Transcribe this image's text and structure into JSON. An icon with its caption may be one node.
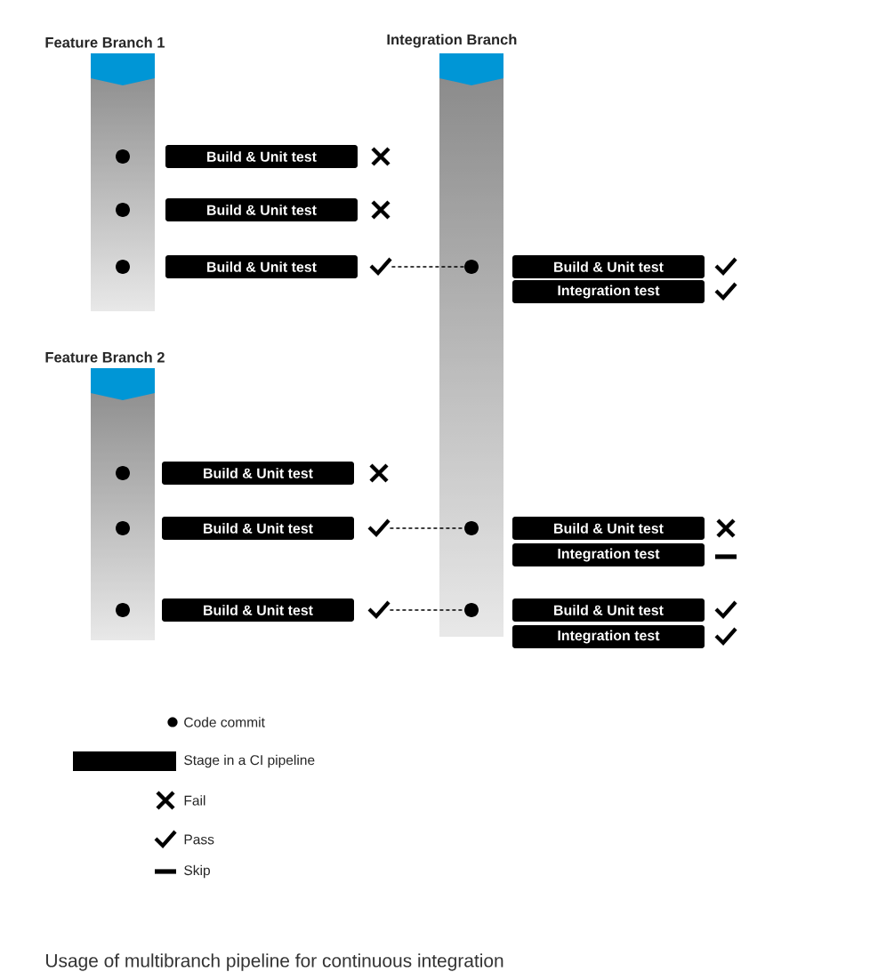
{
  "diagram": {
    "caption": "Usage of multibranch pipeline for continuous integration",
    "nodes": [
      {
        "text": [
          "Feature Branch 1"
        ]
      },
      {
        "text": [
          "Integration Branch"
        ]
      },
      {
        "text": [],
        "shape": "circle",
        "in": 0
      },
      {
        "text": [],
        "shape": "circle",
        "in": 0
      },
      {
        "text": [],
        "shape": "circle",
        "in": 0
      },
      {
        "text": [
          "Build & Unit test"
        ]
      },
      {
        "text": [],
        "shape": "cross"
      },
      {
        "text": [
          "Build & Unit test"
        ]
      },
      {
        "text": [],
        "shape": "cross"
      },
      {
        "text": [
          "Build & Unit test"
        ]
      },
      {
        "text": [],
        "shape": "check"
      },
      {
        "text": [],
        "shape": "circle",
        "in": 1
      },
      {
        "text": [
          "Build & Unit test"
        ]
      },
      {
        "text": [],
        "shape": "check"
      },
      {
        "text": [
          "Integration test"
        ]
      },
      {
        "text": [],
        "shape": "check"
      },
      {
        "text": [
          "Feature Branch 2"
        ]
      },
      {
        "text": [],
        "shape": "circle",
        "in": 16
      },
      {
        "text": [
          "Build & Unit test"
        ]
      },
      {
        "text": [],
        "shape": "cross"
      },
      {
        "text": [],
        "shape": "circle",
        "in": 16
      },
      {
        "text": [
          "Build & Unit test"
        ]
      },
      {
        "text": [],
        "shape": "check"
      },
      {
        "text": [],
        "shape": "circle",
        "in": 1
      },
      {
        "text": [
          "Build & Unit test"
        ]
      },
      {
        "text": [],
        "shape": "cross"
      },
      {
        "text": [
          "Integration test"
        ]
      },
      {
        "text": [],
        "shape": "dash"
      },
      {
        "text": [],
        "shape": "circle",
        "in": 16
      },
      {
        "text": [
          "Build & Unit test"
        ]
      },
      {
        "text": [],
        "shape": "check"
      },
      {
        "text": [],
        "shape": "circle",
        "in": 1
      },
      {
        "text": [
          "Build & Unit test"
        ]
      },
      {
        "text": [],
        "shape": "check"
      },
      {
        "text": [
          "Integration test"
        ]
      },
      {
        "text": [],
        "shape": "check"
      }
    ],
    "edges": [
      {
        "from": 10,
        "to": 11,
        "arrow": "none",
        "style": "dashed"
      },
      {
        "from": 22,
        "to": 23,
        "arrow": "none",
        "style": "dashed"
      },
      {
        "from": 30,
        "to": 31,
        "arrow": "none",
        "style": "dashed"
      }
    ],
    "legend": [
      {
        "text": "Code commit"
      },
      {
        "text": "Stage in a CI pipeline",
        "color": "#000000"
      },
      {
        "text": "Fail"
      },
      {
        "text": "Pass"
      },
      {
        "text": "Skip"
      }
    ]
  }
}
